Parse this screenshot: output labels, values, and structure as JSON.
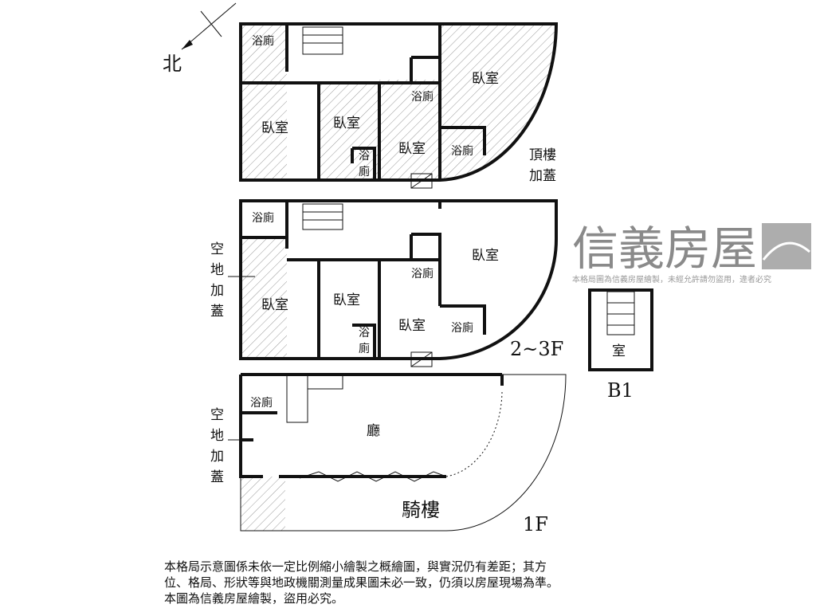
{
  "compass": {
    "label": "北"
  },
  "floors": {
    "roof": {
      "label_line1": "頂樓",
      "label_line2": "加蓋",
      "rooms": [
        "浴廁",
        "臥室",
        "臥室",
        "浴",
        "廁",
        "浴廁",
        "臥室",
        "臥室",
        "浴廁"
      ]
    },
    "mid": {
      "label": "2~3F",
      "side_label": [
        "空",
        "地",
        "加",
        "蓋"
      ],
      "rooms": [
        "浴廁",
        "臥室",
        "臥室",
        "浴",
        "廁",
        "浴廁",
        "臥室",
        "臥室",
        "浴廁"
      ]
    },
    "ground": {
      "label": "1F",
      "side_label": [
        "空",
        "地",
        "加",
        "蓋"
      ],
      "rooms": [
        "浴廁",
        "廳",
        "騎樓"
      ]
    },
    "basement": {
      "label": "B1",
      "room": "室"
    }
  },
  "watermark": {
    "brand": "信義房屋",
    "small": "本格局圖為信義房屋繪製，未經允許請勿盜用，違者必究"
  },
  "note": [
    "本格局示意圖係未依一定比例縮小繪製之概繪圖，與實況仍有差距；其方",
    "位、格局、形狀等與地政機關測量成果圖未必一致，仍須以房屋現場為準。",
    "本圖為信義房屋繪製，盜用必究。"
  ]
}
